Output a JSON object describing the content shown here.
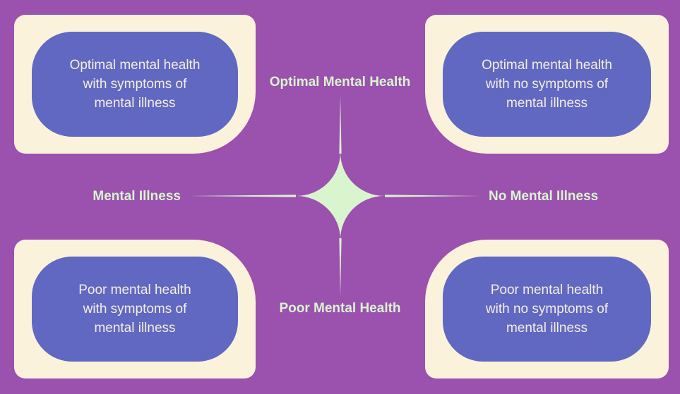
{
  "diagram": {
    "title": "Dual continuum model of mental health quadrant diagram",
    "axis_labels": {
      "top": "Optimal Mental Health",
      "bottom": "Poor Mental Health",
      "left": "Mental Illness",
      "right": "No Mental Illness"
    },
    "quadrants": {
      "top_left": {
        "text": "Optimal mental health with symptoms of mental illness",
        "lines": [
          "Optimal mental health",
          "with symptoms of",
          "mental illness"
        ]
      },
      "top_right": {
        "text": "Optimal mental health with no symptoms of mental illness",
        "lines": [
          "Optimal mental health",
          "with no symptoms of",
          "mental illness"
        ]
      },
      "bottom_left": {
        "text": "Poor mental health with symptoms of mental illness",
        "lines": [
          "Poor mental health",
          "with symptoms of",
          "mental illness"
        ]
      },
      "bottom_right": {
        "text": "Poor mental health with no symptoms of mental illness",
        "lines": [
          "Poor mental health",
          "with no symptoms of",
          "mental illness"
        ]
      }
    },
    "colors": {
      "background": "#9B51AE",
      "card_outer": "#FBF2DB",
      "card_inner": "#6068C2",
      "accent_green": "#D8F5CE",
      "card_text": "#F5EFE1"
    }
  }
}
